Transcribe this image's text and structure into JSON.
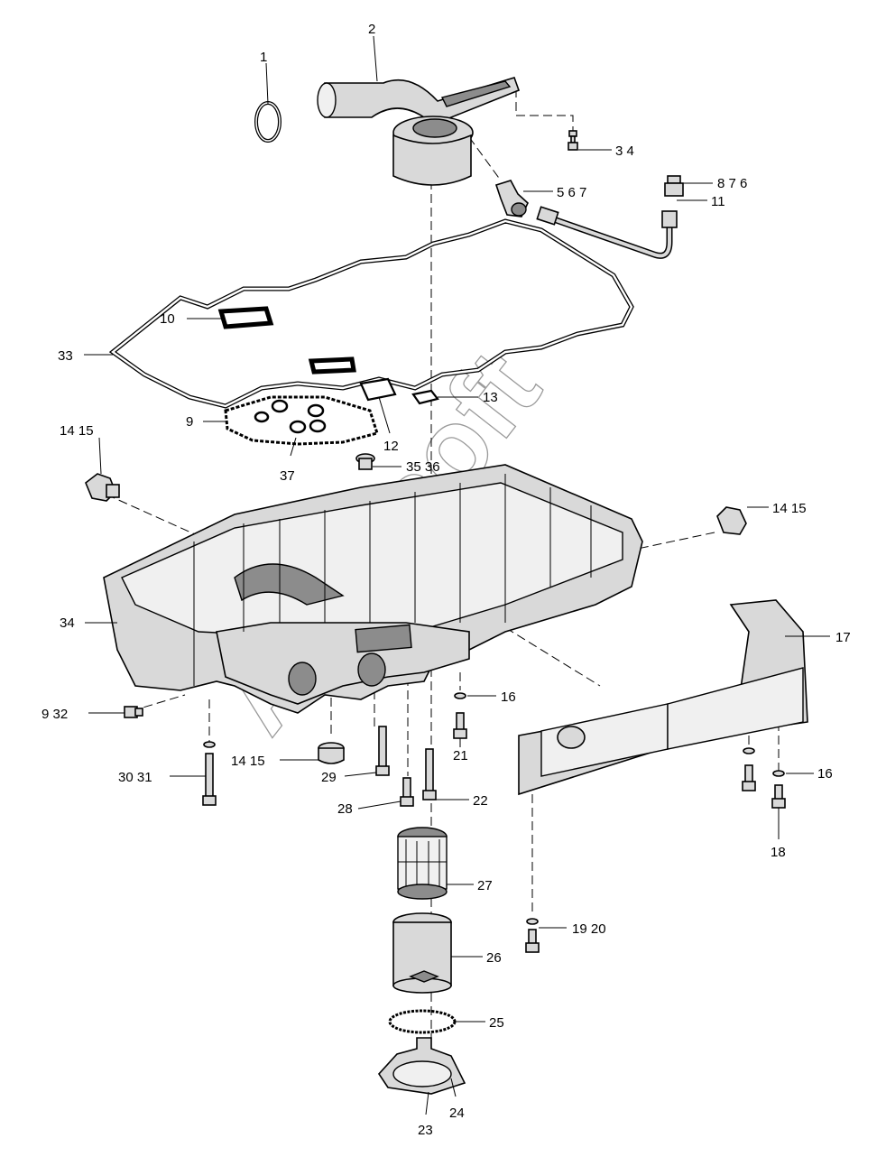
{
  "watermark": "Autosoft",
  "callouts": {
    "c1": "1",
    "c2": "2",
    "c3": "3  4",
    "c5": "5  6  7",
    "c8": "8 7 6",
    "c11": "11",
    "c10": "10",
    "c33": "33",
    "c13": "13",
    "c9top": "9",
    "c12": "12",
    "c37": "37",
    "c14a": "14  15",
    "c35": "35  36",
    "c14b": "14   15",
    "c34": "34",
    "c17": "17",
    "c16a": "16",
    "c9_32": "9   32",
    "c14c": "14  15",
    "c30": "30   31",
    "c29": "29",
    "c21": "21",
    "c16b": "16",
    "c28": "28",
    "c22": "22",
    "c18": "18",
    "c27": "27",
    "c19": "19   20",
    "c26": "26",
    "c25": "25",
    "c23": "23",
    "c24": "24"
  }
}
